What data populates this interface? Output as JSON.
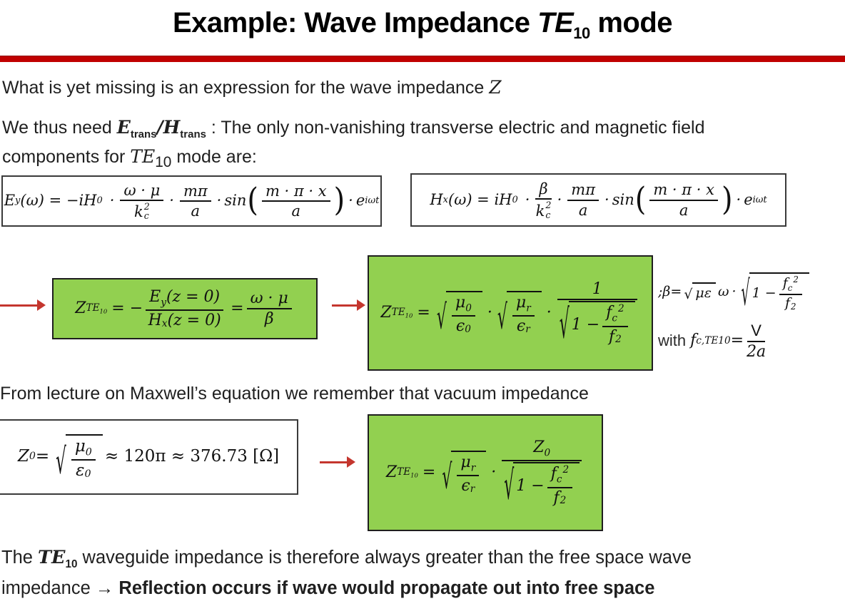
{
  "colors": {
    "accent_red": "#C00000",
    "arrow_red": "#C4362E",
    "green": "#92D050"
  },
  "symbols": {
    "radical": "√",
    "dot": "·",
    "lparen": "(",
    "rparen": ")"
  },
  "title": {
    "pre": "Example: Wave Impedance ",
    "te": "TE",
    "te_sub": "10",
    "post": " mode"
  },
  "para1": {
    "text": "What is yet missing is an expression for the wave impedance ",
    "z": "Z"
  },
  "para2": {
    "lead": "We thus need ",
    "e": "E",
    "e_sub": "trans",
    "slash": "/",
    "h": "H",
    "h_sub": "trans",
    "rest": " :  The only non-vanishing transverse electric and magnetic field",
    "line2_pre": "components for ",
    "te": "TE",
    "te_sub": "10",
    "line2_post": " mode are:"
  },
  "eq_ey": {
    "base": "E",
    "base_sub": "y",
    "mid": "(ω) = −iH",
    "mid_sub": "0",
    "f1_num": "ω · μ",
    "f1_den_base": "k",
    "f1_den_sup": "2",
    "f1_den_sub": "c",
    "f2_num": "mπ",
    "f2_den": "a",
    "sin": "sin",
    "f3_num": "m · π · x",
    "f3_den": "a",
    "e": "e",
    "e_sup": "iωt"
  },
  "eq_hx": {
    "base": "H",
    "base_sub": "x",
    "mid": "(ω) = iH",
    "mid_sub": "0",
    "f1_num": "β",
    "f1_den_base": "k",
    "f1_den_sup": "2",
    "f1_den_sub": "c",
    "f2_num": "mπ",
    "f2_den": "a",
    "sin": "sin",
    "f3_num": "m · π · x",
    "f3_den": "a",
    "e": "e",
    "e_sup": "iωt"
  },
  "eq_zratio": {
    "z": "Z",
    "z_sub": "TE",
    "z_subsub": "10",
    "eq1": "= −",
    "num_base": "E",
    "num_sub": "y",
    "num_rest": "(z = 0)",
    "den_base": "H",
    "den_sub": "x",
    "den_rest": "(z = 0)",
    "eq2": "=",
    "f2_num": "ω · μ",
    "f2_den": "β"
  },
  "eq_zfull": {
    "z": "Z",
    "z_sub": "TE",
    "z_subsub": "10",
    "eq": "=",
    "r1_num_base": "μ",
    "r1_num_sub": "0",
    "r1_den_base": "ϵ",
    "r1_den_sub": "0",
    "r2_num_base": "μ",
    "r2_num_sub": "r",
    "r2_den_base": "ϵ",
    "r2_den_sub": "r",
    "big_num": "1",
    "one_minus": "1 −",
    "fc_base": "f",
    "fc_sub": "c",
    "fc_sup": "2",
    "f_base": "f",
    "f_sup": "2"
  },
  "eq_beta": {
    "pre": "; ",
    "beta": "β",
    "eq": " = ",
    "sqrt1": "με",
    "omega": "ω",
    "one_minus": "1 −",
    "fc_base": "f",
    "fc_sub": "c",
    "fc_sup": "2",
    "f_base": "f",
    "f_sup": "2"
  },
  "eq_fc": {
    "with_word": "with ",
    "f": "f",
    "f_sub": "c,TE10",
    "eq": " = ",
    "num": "V",
    "den": "2a"
  },
  "maxwell": {
    "text": "From lecture on Maxwell’s equation we remember that vacuum impedance"
  },
  "eq_z0": {
    "z": "Z",
    "z_sub": "0",
    "eq": " = ",
    "num_base": "μ",
    "num_sub": "0",
    "den_base": "ε",
    "den_sub": "0",
    "approx": " ≈ 120π ≈ 376.73 [Ω]"
  },
  "eq_zz0": {
    "z": "Z",
    "z_sub": "TE",
    "z_subsub": "10",
    "eq": "=",
    "r_num_base": "μ",
    "r_num_sub": "r",
    "r_den_base": "ϵ",
    "r_den_sub": "r",
    "big_num_base": "Z",
    "big_num_sub": "0",
    "one_minus": "1 −",
    "fc_base": "f",
    "fc_sub": "c",
    "fc_sup": "2",
    "f_base": "f",
    "f_sup": "2"
  },
  "bottom": {
    "pre": "The ",
    "te": "TE",
    "te_sub": "10",
    "line1": " waveguide impedance is therefore always greater than the free space wave",
    "line2_pre": "impedance ",
    "arrow": "→",
    "bold": " Reflection occurs if wave would propagate out into free space"
  }
}
